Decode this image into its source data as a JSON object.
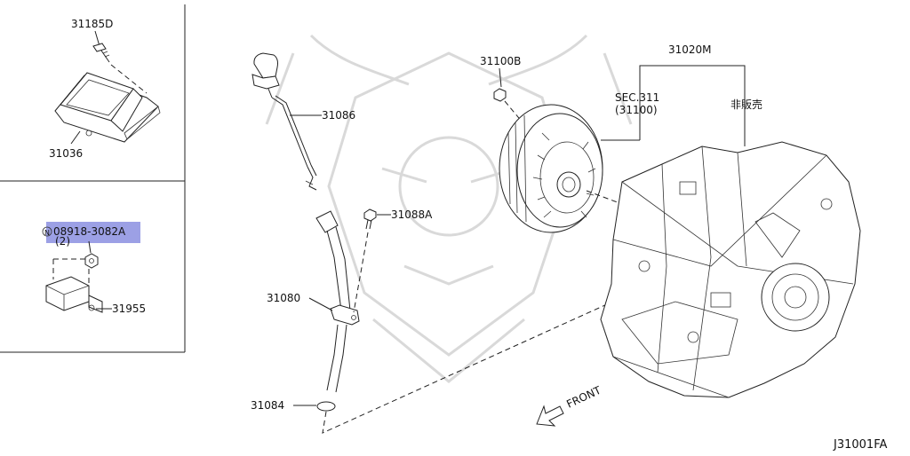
{
  "labels": {
    "p31185d": "31185D",
    "p31036": "31036",
    "p08918": "08918-3082A",
    "p08918_qty": "(2)",
    "p08918_prefix": "N",
    "p31955": "31955",
    "p31086": "31086",
    "p31088a": "31088A",
    "p31080": "31080",
    "p31084": "31084",
    "p31100b": "31100B",
    "p31020m": "31020M",
    "sec_line1": "SEC.311",
    "sec_line2": "(31100)",
    "not_sold": "非販売",
    "front": "FRONT",
    "diagram_code": "J31001FA"
  },
  "colors": {
    "highlight": "#8b8fe0",
    "line": "#222222",
    "watermark": "#d9d9d9"
  },
  "highlighted_part": "08918-3082A"
}
